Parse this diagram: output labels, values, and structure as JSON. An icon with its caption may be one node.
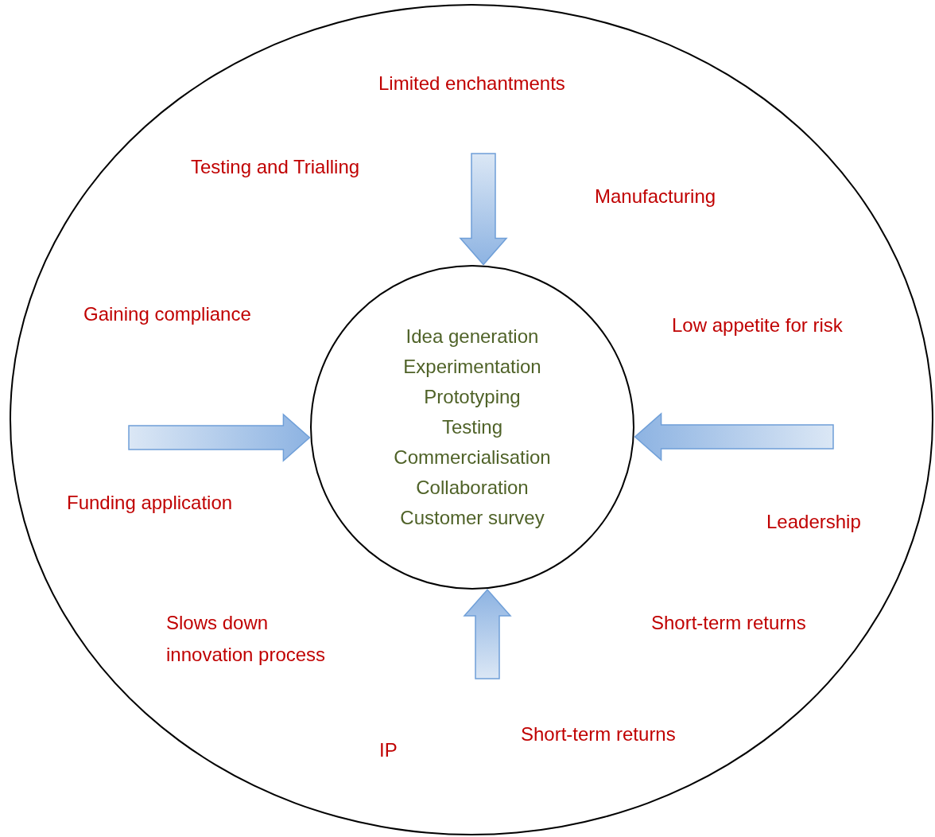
{
  "diagram": {
    "nodes": [
      {
        "text": [],
        "shape": "circle"
      },
      {
        "text": [
          "Idea generation",
          "Experimentation",
          "Prototyping",
          "Testing",
          "Commercialisation",
          "Collaboration",
          "Customer survey"
        ],
        "in": 0
      }
    ],
    "edges": [
      {
        "from": null,
        "to": 1,
        "arrow": "to"
      },
      {
        "from": null,
        "to": 1,
        "arrow": "to"
      },
      {
        "from": null,
        "to": 1,
        "arrow": "to"
      },
      {
        "from": null,
        "to": 1,
        "arrow": "to"
      }
    ],
    "labels": [
      "Limited enchantments",
      "Testing and Trialling",
      "Manufacturing",
      "Gaining compliance",
      "Low appetite for risk",
      "Funding application",
      "Leadership",
      "Slows down innovation process",
      "Short-term returns",
      "Short-term returns",
      "IP"
    ]
  }
}
